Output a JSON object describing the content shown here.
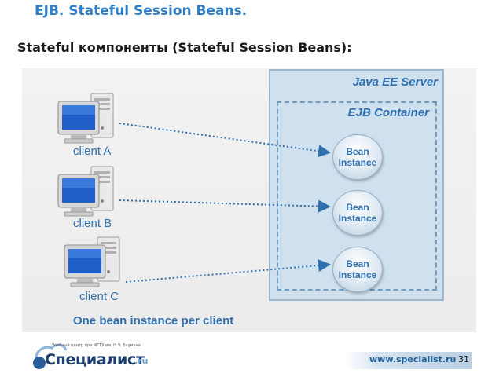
{
  "slide": {
    "title": "EJB. Stateful Session Beans.",
    "heading": "Stateful компоненты (Stateful Session Beans):"
  },
  "diagram": {
    "server_label": "Java EE Server",
    "container_label": "EJB Container",
    "clients": [
      {
        "label": "client A",
        "icon": "desktop-computer-icon"
      },
      {
        "label": "client B",
        "icon": "desktop-computer-icon"
      },
      {
        "label": "client C",
        "icon": "desktop-computer-icon"
      }
    ],
    "beans": [
      {
        "label": "Bean\nInstance"
      },
      {
        "label": "Bean\nInstance"
      },
      {
        "label": "Bean\nInstance"
      }
    ],
    "caption": "One bean instance per client",
    "colors": {
      "accent_blue": "#2f6fae",
      "server_fill": "#cfe0ee",
      "link_color": "#2f6fae"
    }
  },
  "footer": {
    "logo_small": "Учебный центр при МГТУ им. Н.Э. Баумана",
    "logo_main": "Специалист",
    "logo_suffix": ".ru",
    "site": "www.specialist.ru",
    "page": "31"
  }
}
